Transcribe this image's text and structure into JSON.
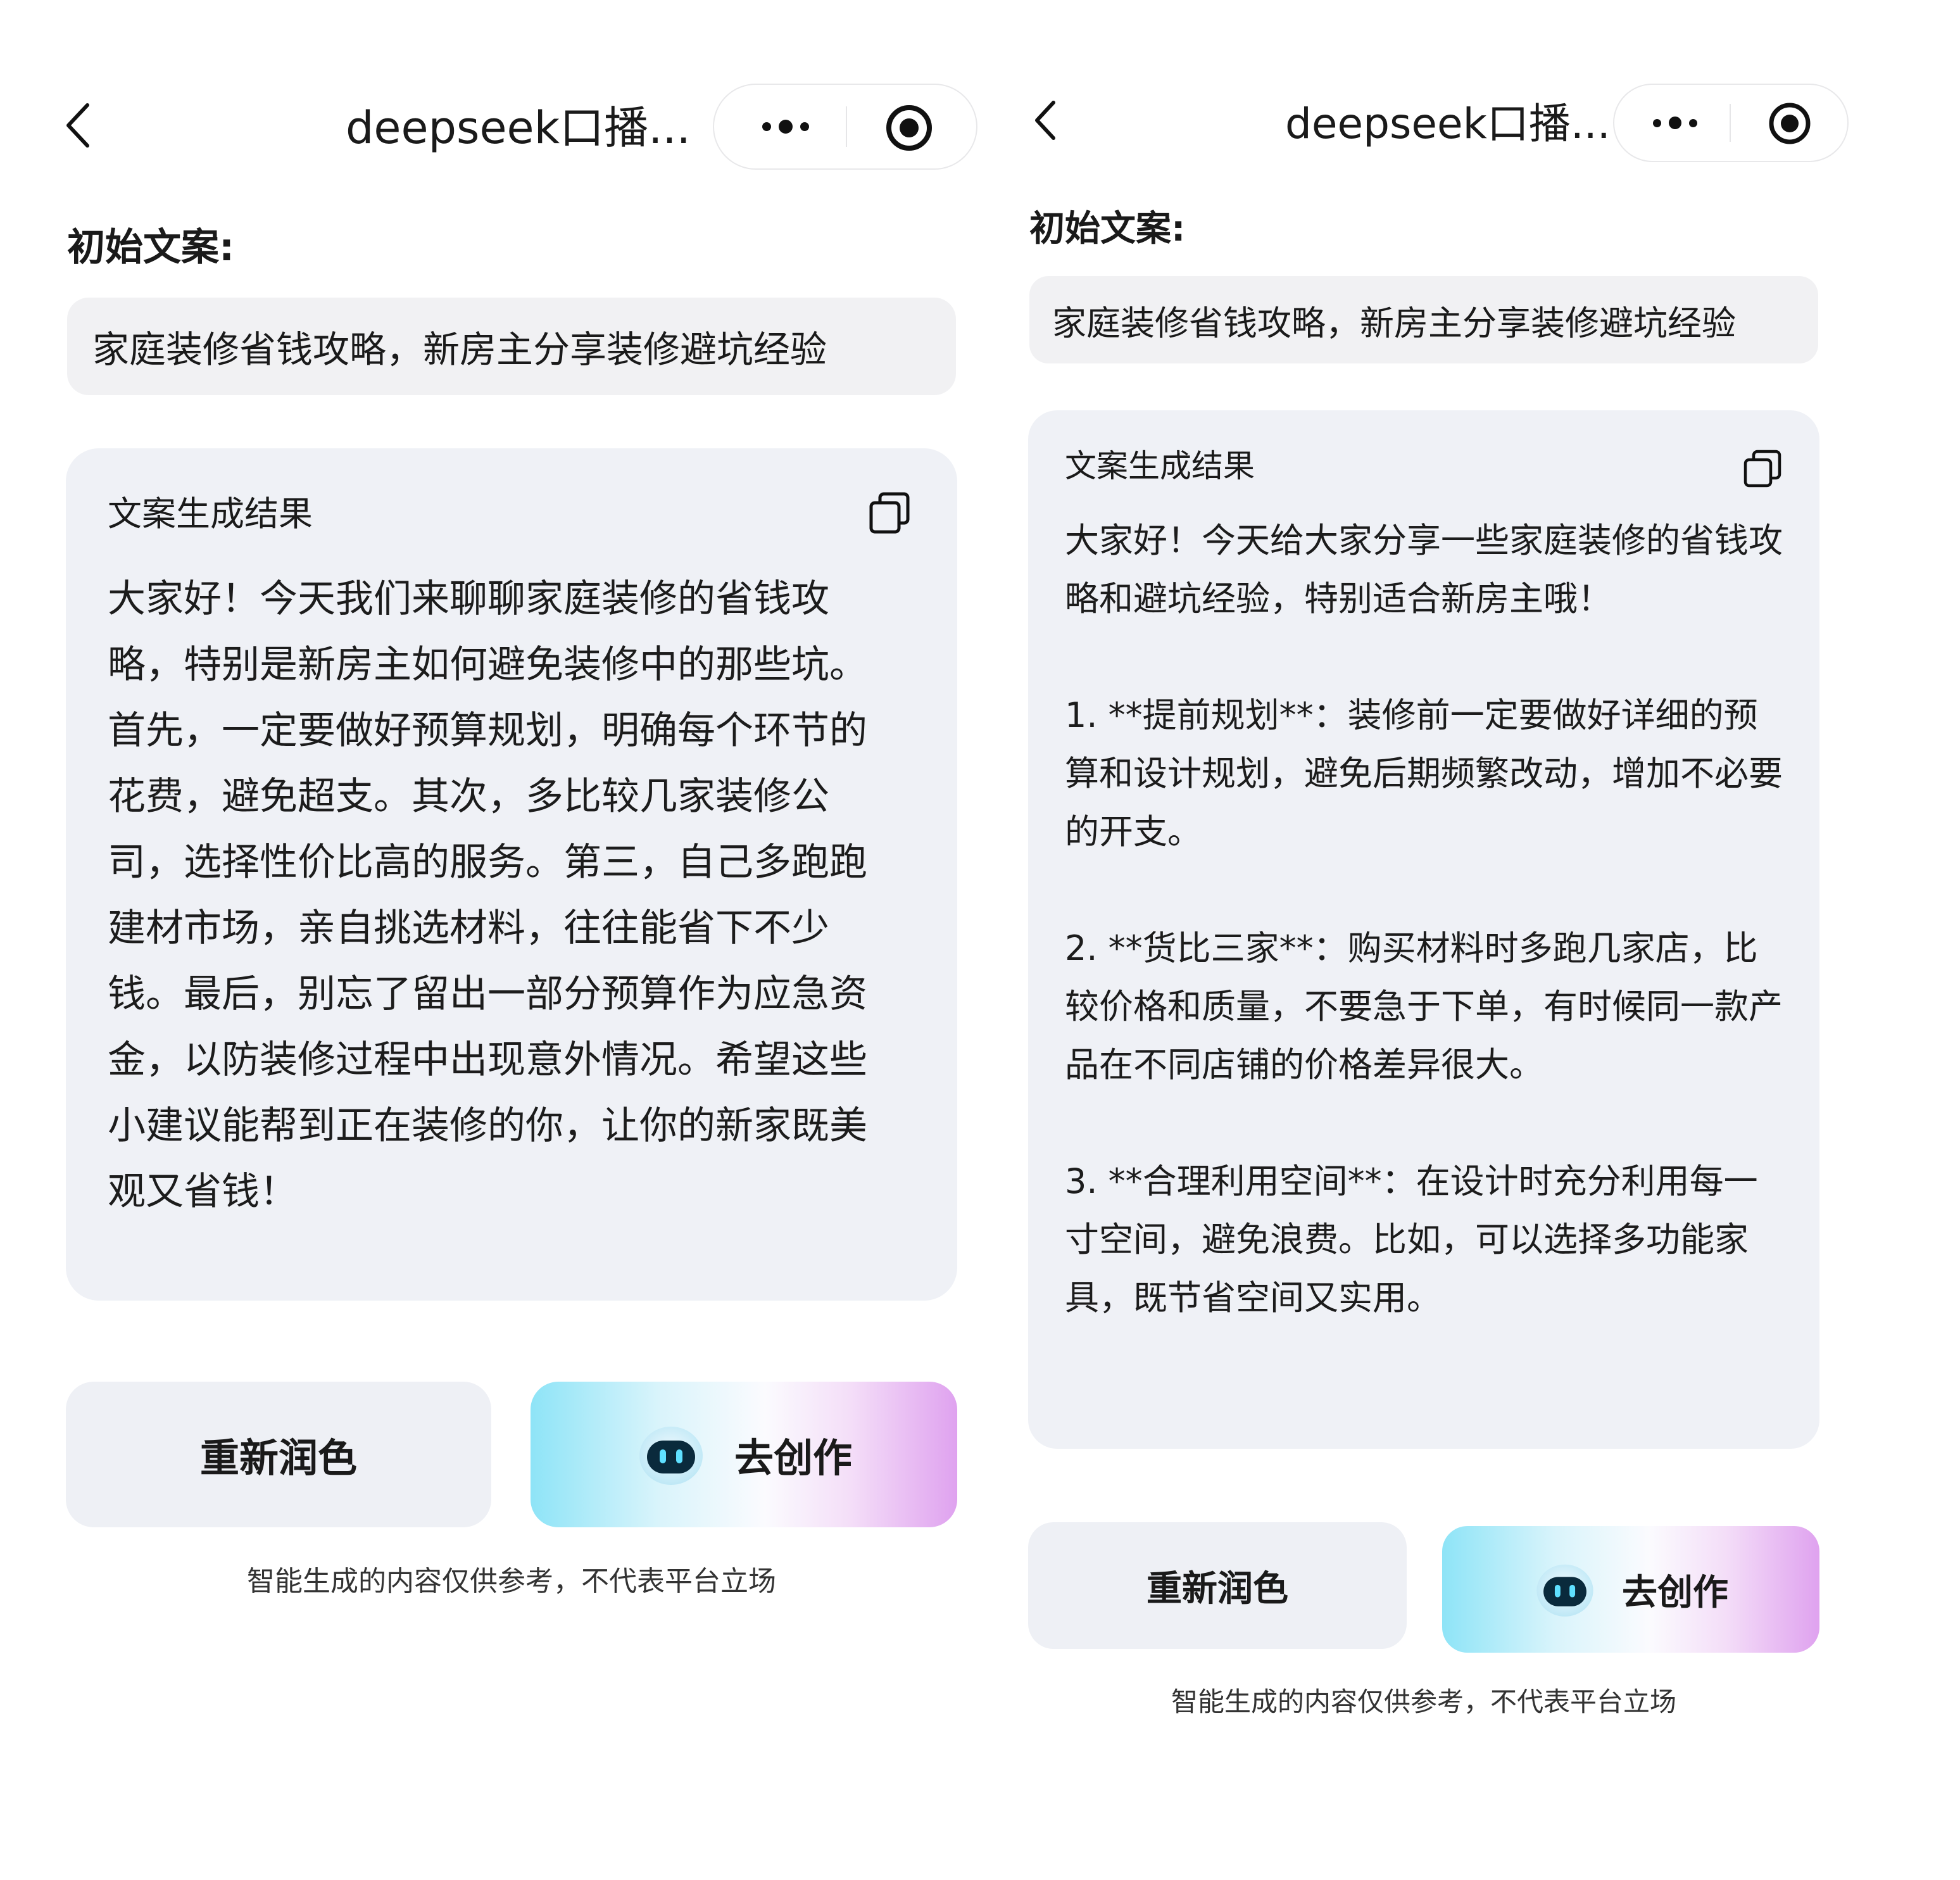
{
  "screens": [
    {
      "nav": {
        "title": "deepseek口播..."
      },
      "initial_copy_label": "初始文案:",
      "initial_copy_text": "家庭装修省钱攻略，新房主分享装修避坑经验",
      "result": {
        "title": "文案生成结果",
        "body": "大家好！今天我们来聊聊家庭装修的省钱攻略，特别是新房主如何避免装修中的那些坑。首先，一定要做好预算规划，明确每个环节的花费，避免超支。其次，多比较几家装修公司，选择性价比高的服务。第三，自己多跑跑建材市场，亲自挑选材料，往往能省下不少钱。最后，别忘了留出一部分预算作为应急资金，以防装修过程中出现意外情况。希望这些小建议能帮到正在装修的你，让你的新家既美观又省钱！"
      },
      "buttons": {
        "repolish": "重新润色",
        "create": "去创作"
      },
      "disclaimer": "智能生成的内容仅供参考，不代表平台立场"
    },
    {
      "nav": {
        "title": "deepseek口播..."
      },
      "initial_copy_label": "初始文案:",
      "initial_copy_text": "家庭装修省钱攻略，新房主分享装修避坑经验",
      "result": {
        "title": "文案生成结果",
        "body": "大家好！今天给大家分享一些家庭装修的省钱攻略和避坑经验，特别适合新房主哦！\n\n1. **提前规划**：装修前一定要做好详细的预算和设计规划，避免后期频繁改动，增加不必要的开支。\n\n2. **货比三家**：购买材料时多跑几家店，比较价格和质量，不要急于下单，有时候同一款产品在不同店铺的价格差异很大。\n\n3. **合理利用空间**：在设计时充分利用每一寸空间，避免浪费。比如，可以选择多功能家具，既节省空间又实用。"
      },
      "buttons": {
        "repolish": "重新润色",
        "create": "去创作"
      },
      "disclaimer": "智能生成的内容仅供参考，不代表平台立场"
    }
  ],
  "icons": {
    "back": "chevron-left-icon",
    "more": "more-dots-icon",
    "close": "target-circle-icon",
    "copy": "copy-icon",
    "robot": "robot-avatar-icon"
  },
  "colors": {
    "prompt_bg": "#f1f1f3",
    "card_bg": "#eff1f6",
    "repolish_bg": "#eef0f5",
    "create_gradient_start": "#8ee4f7",
    "create_gradient_end": "#dfa2ef"
  }
}
